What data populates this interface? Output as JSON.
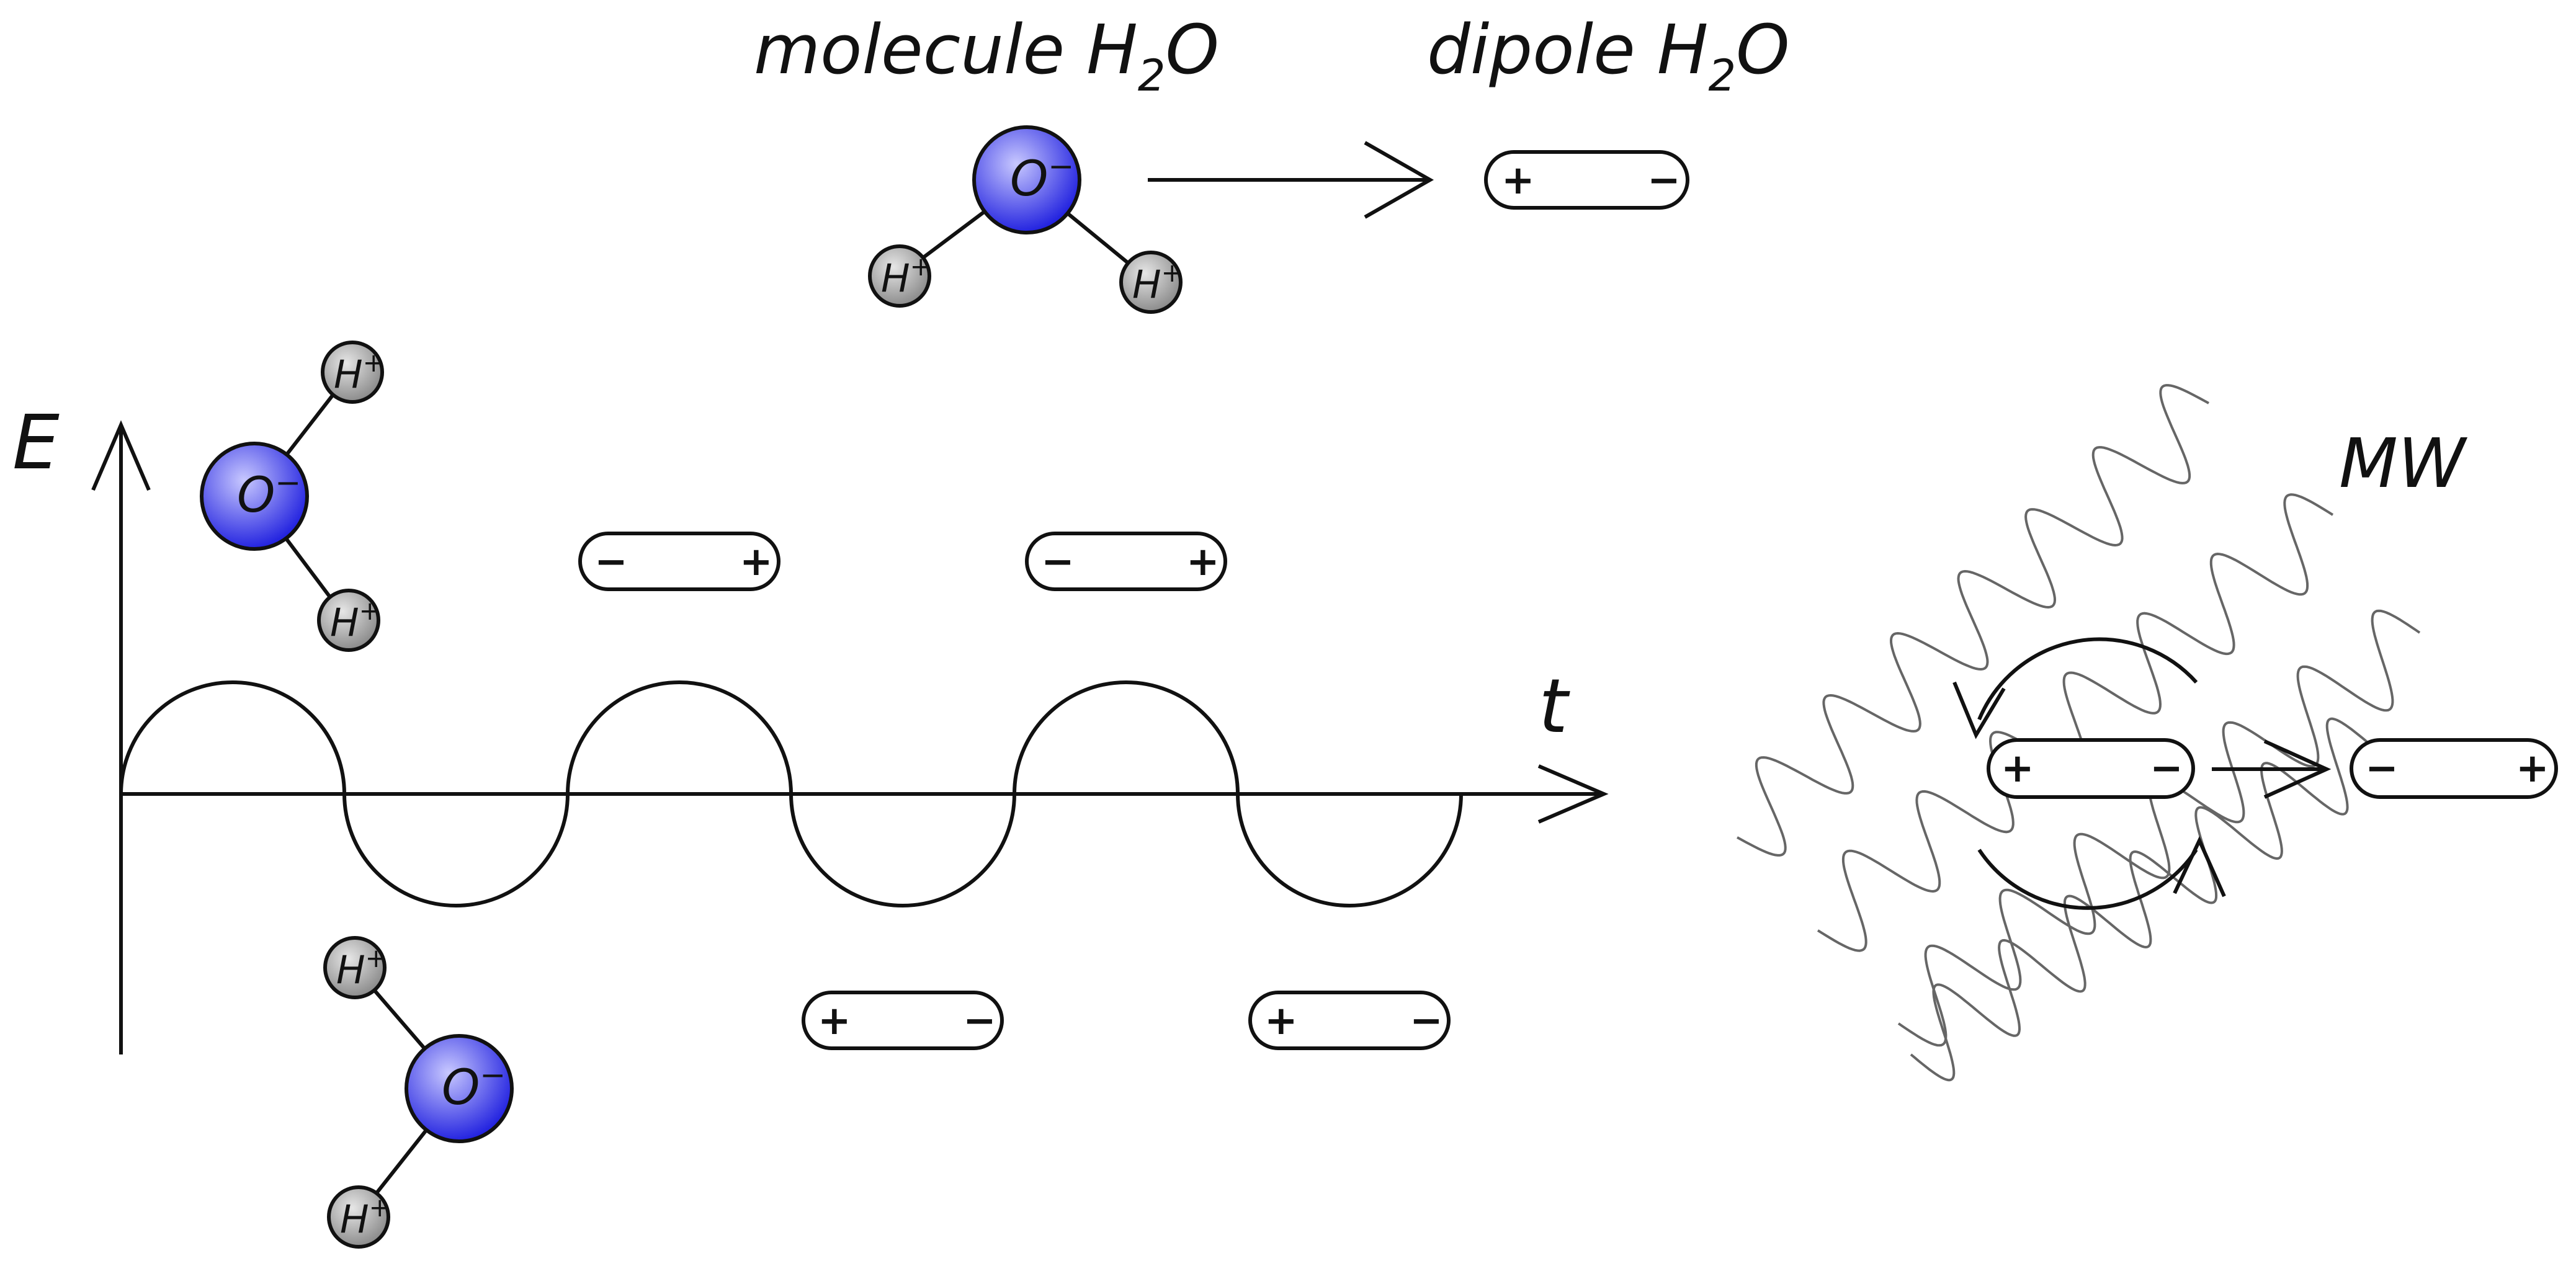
{
  "title_molecule": {
    "prefix": "molecule H",
    "sub": "2",
    "suffix": "O"
  },
  "title_dipole": {
    "prefix": "dipole H",
    "sub": "2",
    "suffix": "O"
  },
  "axis": {
    "y_label": "E",
    "x_label": "t"
  },
  "mw_label": "MW",
  "atoms": {
    "oxygen": "O",
    "oxygen_charge": "−",
    "hydrogen": "H",
    "hydrogen_charge": "+"
  },
  "dipole_signs": {
    "plus": "+",
    "minus": "−"
  },
  "colors": {
    "oxygen_fill": "#2424e0",
    "oxygen_highlight": "#c8c8ff",
    "hydrogen_fill": "#8c8c8c",
    "hydrogen_highlight": "#e6e6e6",
    "stroke": "#111111",
    "wave": "#666666"
  },
  "icons": [
    "water-molecule-icon",
    "dipole-capsule-icon",
    "rotation-arrow-icon",
    "microwave-wave-icon",
    "arrow-icon"
  ]
}
